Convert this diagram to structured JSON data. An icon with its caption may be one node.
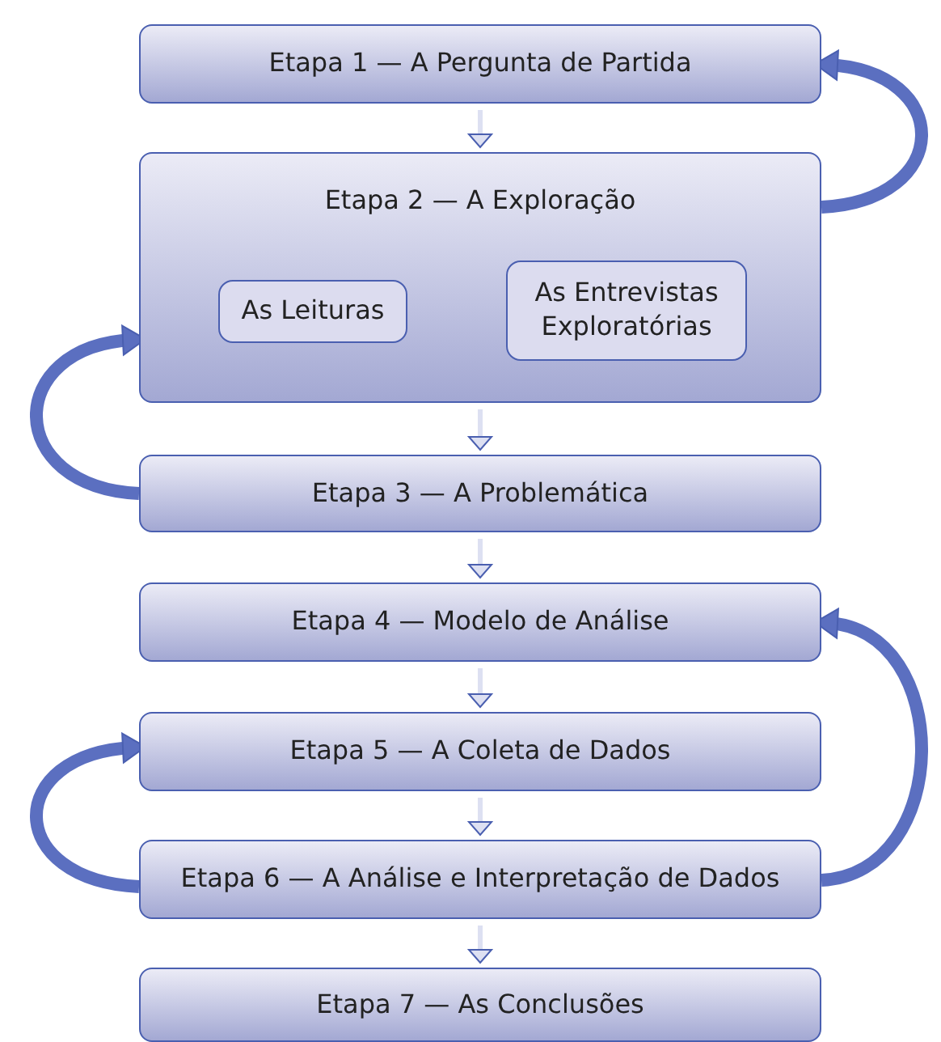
{
  "diagram": {
    "nodes": [
      {
        "text": [
          "Etapa 1 — A Pergunta de Partida"
        ]
      },
      {
        "text": [
          "Etapa 2 — A Exploração"
        ]
      },
      {
        "text": [
          "As Leituras"
        ],
        "in": 1
      },
      {
        "text": [
          "As Entrevistas Exploratórias"
        ],
        "in": 1
      },
      {
        "text": [
          "Etapa 3 — A Problemática"
        ]
      },
      {
        "text": [
          "Etapa 4 — Modelo de Análise"
        ]
      },
      {
        "text": [
          "Etapa 5 — A Coleta de Dados"
        ]
      },
      {
        "text": [
          "Etapa 6 — A Análise e Interpretação de Dados"
        ]
      },
      {
        "text": [
          "Etapa 7 — As Conclusões"
        ]
      }
    ],
    "edges": [
      {
        "from": 0,
        "to": 1,
        "arrow": "to"
      },
      {
        "from": 1,
        "to": 4,
        "arrow": "to"
      },
      {
        "from": 4,
        "to": 5,
        "arrow": "to"
      },
      {
        "from": 5,
        "to": 6,
        "arrow": "to"
      },
      {
        "from": 6,
        "to": 7,
        "arrow": "to"
      },
      {
        "from": 7,
        "to": 8,
        "arrow": "to"
      },
      {
        "from": 1,
        "to": 0,
        "arrow": "to",
        "style": "thick",
        "color": "#5b6fc0"
      },
      {
        "from": 4,
        "to": 1,
        "arrow": "to",
        "style": "thick",
        "color": "#5b6fc0"
      },
      {
        "from": 7,
        "to": 5,
        "arrow": "to",
        "style": "thick",
        "color": "#5b6fc0"
      },
      {
        "from": 7,
        "to": 6,
        "arrow": "to",
        "style": "thick",
        "color": "#5b6fc0"
      }
    ]
  }
}
